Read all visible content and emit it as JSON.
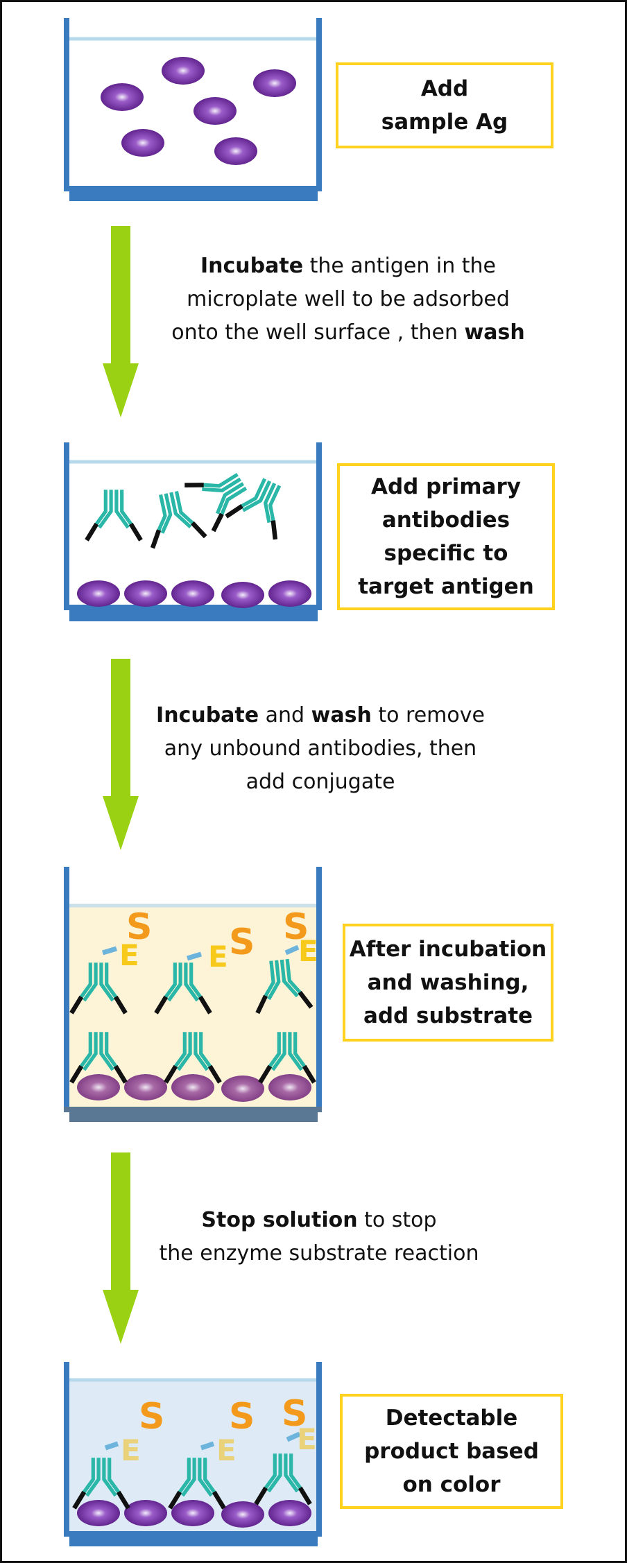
{
  "colors": {
    "well_blue": "#3a7bbf",
    "antigen_purple": "#6f2a9a",
    "antibody_teal": "#2bb7a8",
    "arrow_green": "#9ad113",
    "box_yellow": "#ffd21f",
    "substrate_orange": "#f39a1c",
    "enzyme_yellow": "#f7c91b",
    "well_solution_yellow": "#fdf4d8",
    "well_solution_blue": "#deebf7"
  },
  "steps": [
    {
      "label": "Add\nsample Ag"
    },
    {
      "label": "Add primary\nantibodies\nspecific to\ntarget antigen"
    },
    {
      "label": "After incubation\nand washing,\nadd substrate"
    },
    {
      "label": "Detectable\nproduct based\non color"
    }
  ],
  "transitions": [
    {
      "line1_bold": "Incubate",
      "line1_rest": " the antigen in the",
      "line2": "microplate well to be adsorbed",
      "line3_plain": "onto the well surface , then ",
      "line3_bold": "wash"
    },
    {
      "line1_bold_a": "Incubate",
      "line1_mid": " and ",
      "line1_bold_b": "wash",
      "line1_rest": " to remove",
      "line2": "any unbound antibodies, then",
      "line3": "add conjugate"
    },
    {
      "line1_bold": "Stop solution",
      "line1_rest": " to stop",
      "line2": "the enzyme substrate reaction"
    }
  ],
  "labels": {
    "enzyme": "E",
    "substrate": "S"
  }
}
